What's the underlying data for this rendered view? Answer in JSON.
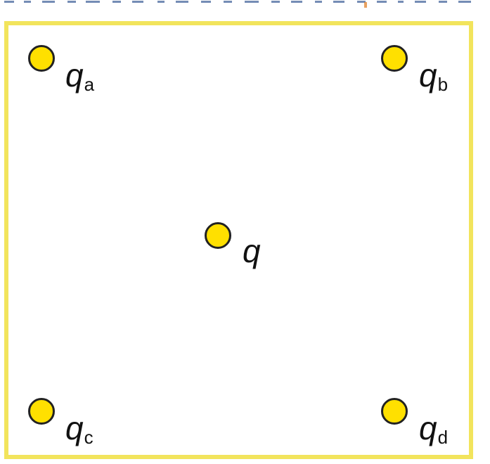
{
  "colors": {
    "frame": "#f2e45c",
    "charge_fill": "#ffe000",
    "charge_outline": "#222222",
    "top_strip": "#2b4f8f"
  },
  "charges": [
    {
      "id": "qa",
      "symbol": "q",
      "subscript": "a"
    },
    {
      "id": "qb",
      "symbol": "q",
      "subscript": "b"
    },
    {
      "id": "q",
      "symbol": "q",
      "subscript": ""
    },
    {
      "id": "qc",
      "symbol": "q",
      "subscript": "c"
    },
    {
      "id": "qd",
      "symbol": "q",
      "subscript": "d"
    }
  ]
}
